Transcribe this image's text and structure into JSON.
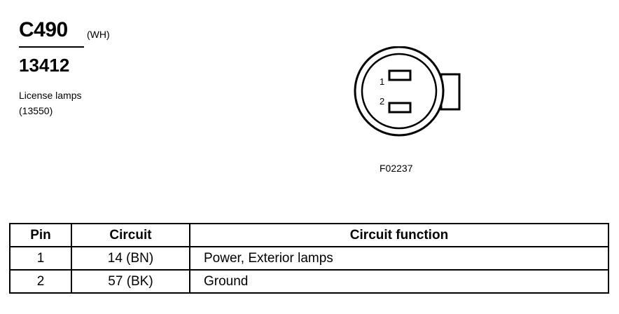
{
  "connector": {
    "id": "C490",
    "color": "(WH)",
    "part_number": "13412",
    "component_name": "License lamps",
    "component_number": "(13550)"
  },
  "diagram": {
    "pin_labels": [
      "1",
      "2"
    ],
    "figure_code": "F02237"
  },
  "table": {
    "headers": {
      "pin": "Pin",
      "circuit": "Circuit",
      "function": "Circuit function"
    },
    "rows": [
      {
        "pin": "1",
        "circuit": "14 (BN)",
        "function": "Power, Exterior lamps"
      },
      {
        "pin": "2",
        "circuit": "57 (BK)",
        "function": "Ground"
      }
    ]
  }
}
